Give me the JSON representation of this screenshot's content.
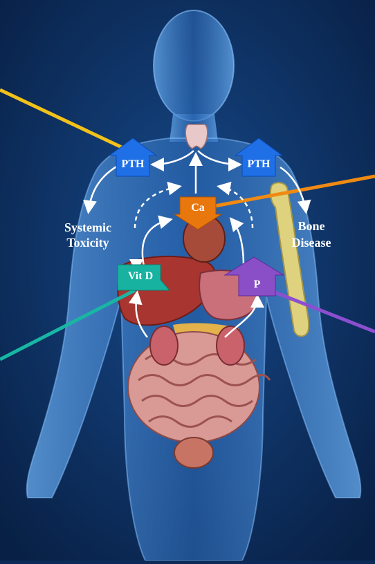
{
  "labels": {
    "pth_left": "PTH",
    "pth_right": "PTH",
    "ca": "Ca",
    "vit_d": "Vit D",
    "p": "P",
    "systemic_line1": "Systemic",
    "systemic_line2": "Toxicity",
    "bone_line1": "Bone",
    "bone_line2": "Disease"
  },
  "colors": {
    "background": "#0b2a57",
    "pth": "#1f6fe6",
    "ca": "#e8770e",
    "vit_d": "#17b3a0",
    "p": "#8a4fc7",
    "yellow_line": "#f2c21b",
    "orange_line": "#f08a12",
    "teal_line": "#18b6a4",
    "purple_line": "#8b4fcf"
  }
}
